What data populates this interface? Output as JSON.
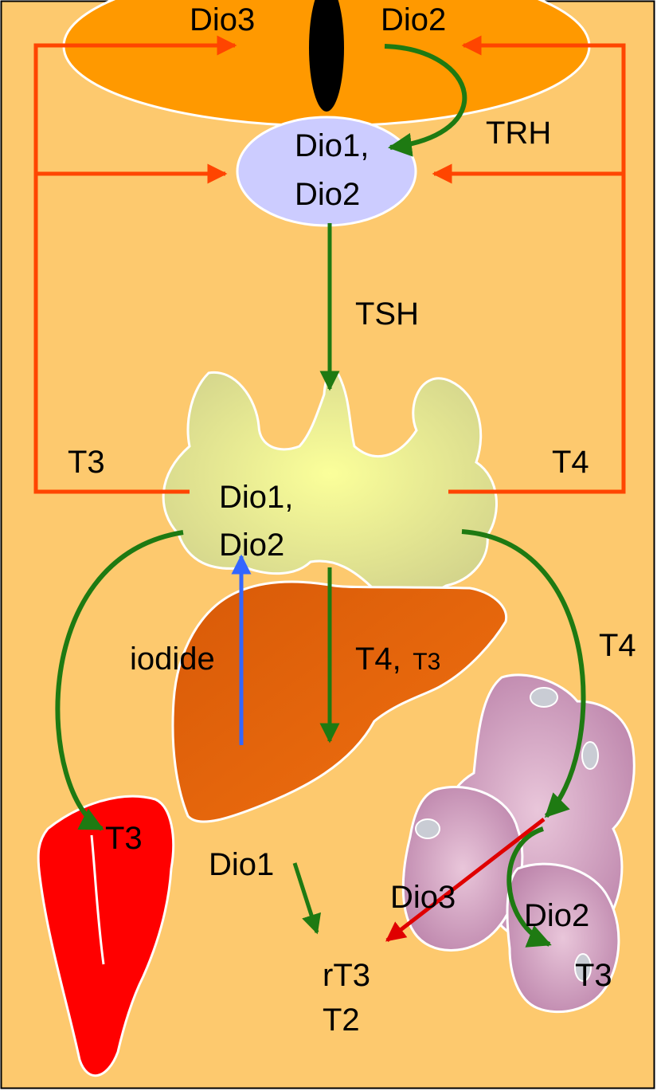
{
  "labels": {
    "hypothalamus_dio3": "Dio3",
    "hypothalamus_dio2": "Dio2",
    "trh": "TRH",
    "pituitary_dio1": "Dio1,",
    "pituitary_dio2": "Dio2",
    "tsh": "TSH",
    "thyroid_t3": "T3",
    "thyroid_t4": "T4",
    "thyroid_dio1": "Dio1,",
    "thyroid_dio2": "Dio2",
    "iodide": "iodide",
    "t4_t3_main": "T4,",
    "t4_t3_small": "T3",
    "t4_right": "T4",
    "liver_dio1": "Dio1",
    "heart_t3": "T3",
    "muscle_dio3": "Dio3",
    "muscle_dio2": "Dio2",
    "rt3": "rT3",
    "t2": "T2",
    "muscle_t3": "T3"
  },
  "colors": {
    "background": "#FDC96E",
    "hypothalamus": "#FF9900",
    "pituitary": "#CCCCFF",
    "thyroid": "#E8EB9E",
    "liver": "#E0600A",
    "heart": "#FF0000",
    "muscle": "#C98FB4",
    "feedback_arrow": "#FF4500",
    "hormone_arrow": "#1E7A12",
    "iodide_arrow": "#3366FF",
    "inactivation_arrow": "#E00000"
  }
}
